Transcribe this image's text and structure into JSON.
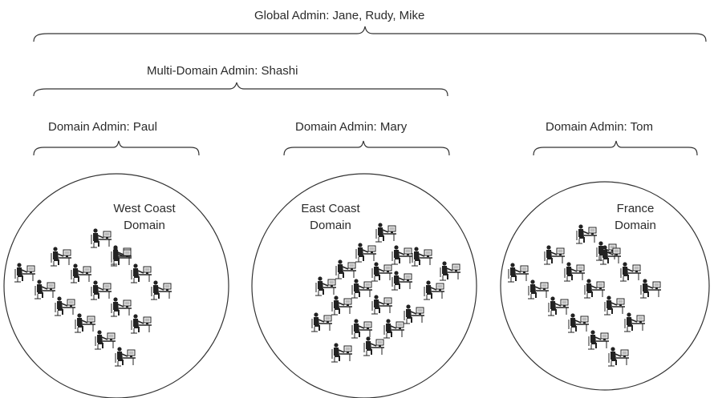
{
  "admins": {
    "global": "Global Admin: Jane, Rudy, Mike",
    "multi_domain": "Multi-Domain Admin: Shashi",
    "west": "Domain Admin: Paul",
    "east": "Domain Admin: Mary",
    "france": "Domain Admin: Tom"
  },
  "domains": [
    {
      "line1": "West Coast",
      "line2": "Domain"
    },
    {
      "line1": "East Coast",
      "line2": "Domain"
    },
    {
      "line1": "France",
      "line2": "Domain"
    }
  ],
  "workstation_icon": "person-at-computer-icon",
  "line_color": "#333333"
}
